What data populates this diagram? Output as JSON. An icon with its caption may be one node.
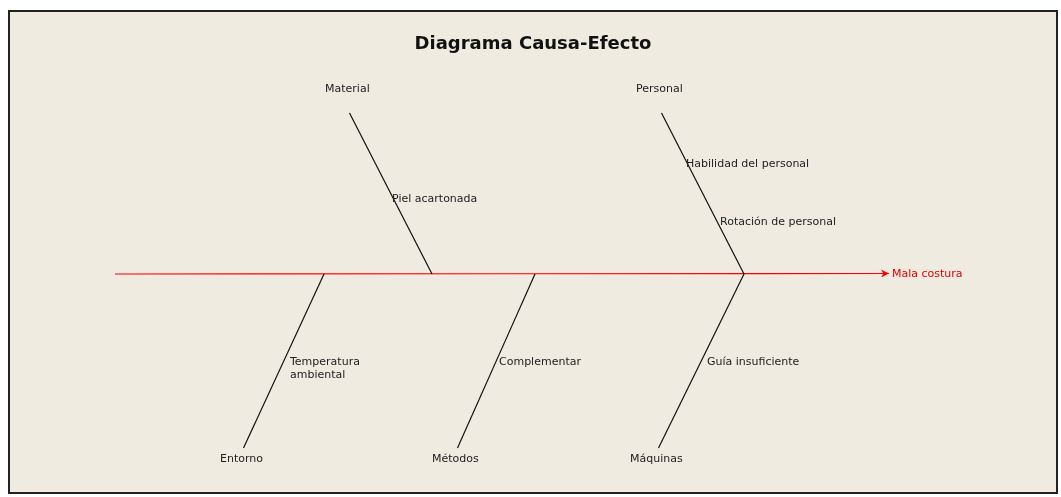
{
  "diagram": {
    "title": "Diagrama Causa-Efecto",
    "nodes": [
      {
        "text": [
          "Material"
        ]
      },
      {
        "text": [
          "Personal"
        ]
      },
      {
        "text": [
          "Entorno"
        ]
      },
      {
        "text": [
          "Métodos"
        ]
      },
      {
        "text": [
          "Máquinas"
        ]
      },
      {
        "text": [
          "Mala costura"
        ]
      }
    ],
    "edges": [
      {
        "from": null,
        "to": 5,
        "arrow": "to",
        "color": "#ff0000"
      },
      {
        "from": 0,
        "to": null,
        "arrow": "none"
      },
      {
        "from": 1,
        "to": null,
        "arrow": "none"
      },
      {
        "from": 2,
        "to": null,
        "arrow": "none"
      },
      {
        "from": 3,
        "to": null,
        "arrow": "none"
      },
      {
        "from": 4,
        "to": null,
        "arrow": "none"
      }
    ],
    "labels": [
      "Habilidad del personal",
      "Piel acartonada",
      "Rotación de personal",
      "Temperatura ambiental",
      "Complementar",
      "Guía insuficiente"
    ]
  }
}
